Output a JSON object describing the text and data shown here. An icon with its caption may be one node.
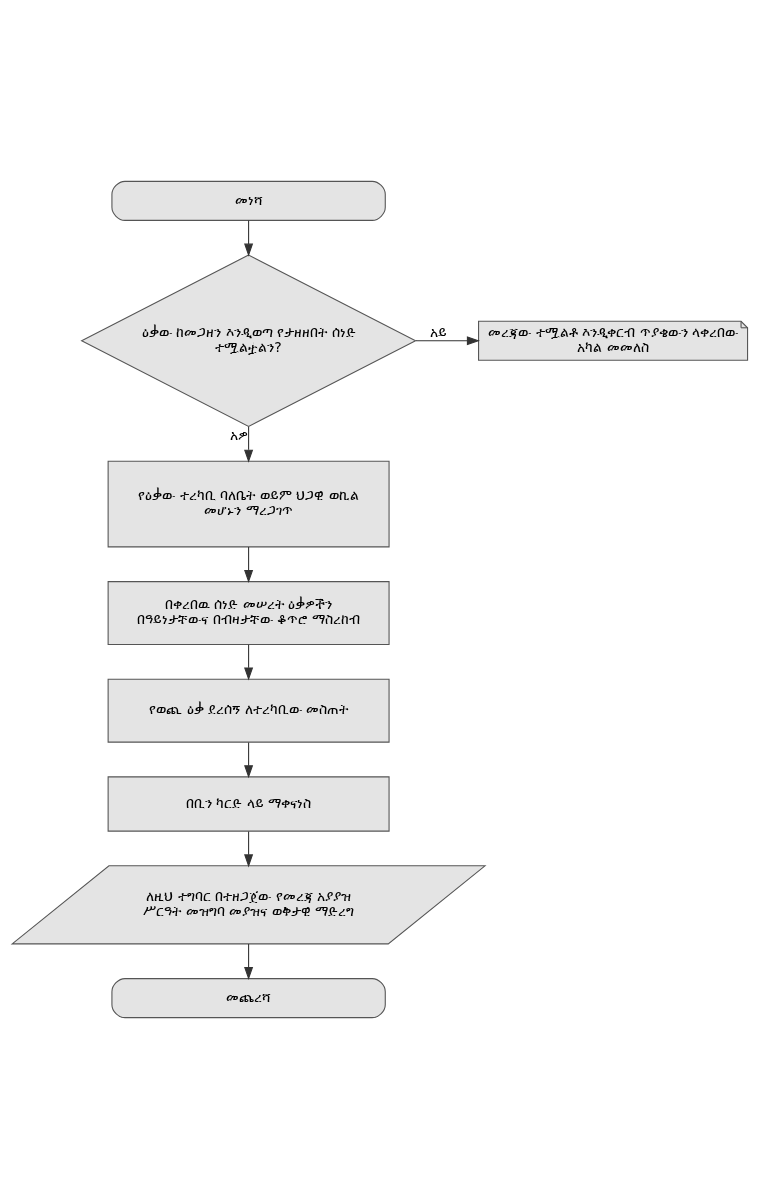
{
  "diagram": {
    "nodes": [
      {
        "text": [
          "መነሻ"
        ]
      },
      {
        "text": [
          "ዕቃው ከመጋዘን እንዲወጣ የታዘዘበት ሰነድ ተሟልቷልን?"
        ]
      },
      {
        "text": [
          "መረጃው ተሟልቶ እንዲቀርብ ጥያቄውን ላቀረበው አካል መመለስ"
        ]
      },
      {
        "text": [
          "የዕቃው ተረካቢ ባለቤት ወይም ህጋዊ ወኪል መሆኑን ማረጋገጥ"
        ]
      },
      {
        "text": [
          "በቀረበዉ ሰነድ መሠረት ዕቃዎችን በዓይነታቸውና በብዛታቸው ቆጥሮ ማስረከብ"
        ]
      },
      {
        "text": [
          "የወጪ ዕቃ ደረሰኝ ለተረካቢው መስጠት"
        ]
      },
      {
        "text": [
          "በቢን ካርድ ላይ ማቀናነስ"
        ]
      },
      {
        "text": [
          "ለዚህ ተግባር በተዘጋጀው የመረጃ አያያዝ ሥርዓት መዝግባ መያዝና ወቅታዊ ማድረግ"
        ]
      },
      {
        "text": [
          "መጨረሻ"
        ]
      }
    ],
    "edges": [
      {
        "from": 0,
        "to": 1,
        "arrow": "to"
      },
      {
        "from": 1,
        "to": 2,
        "label": "አይ",
        "arrow": "to"
      },
      {
        "from": 1,
        "to": 3,
        "label": "አዎ",
        "arrow": "to"
      },
      {
        "from": 3,
        "to": 4,
        "arrow": "to"
      },
      {
        "from": 4,
        "to": 5,
        "arrow": "to"
      },
      {
        "from": 5,
        "to": 6,
        "arrow": "to"
      },
      {
        "from": 6,
        "to": 7,
        "arrow": "to"
      },
      {
        "from": 7,
        "to": 8,
        "arrow": "to"
      }
    ]
  }
}
